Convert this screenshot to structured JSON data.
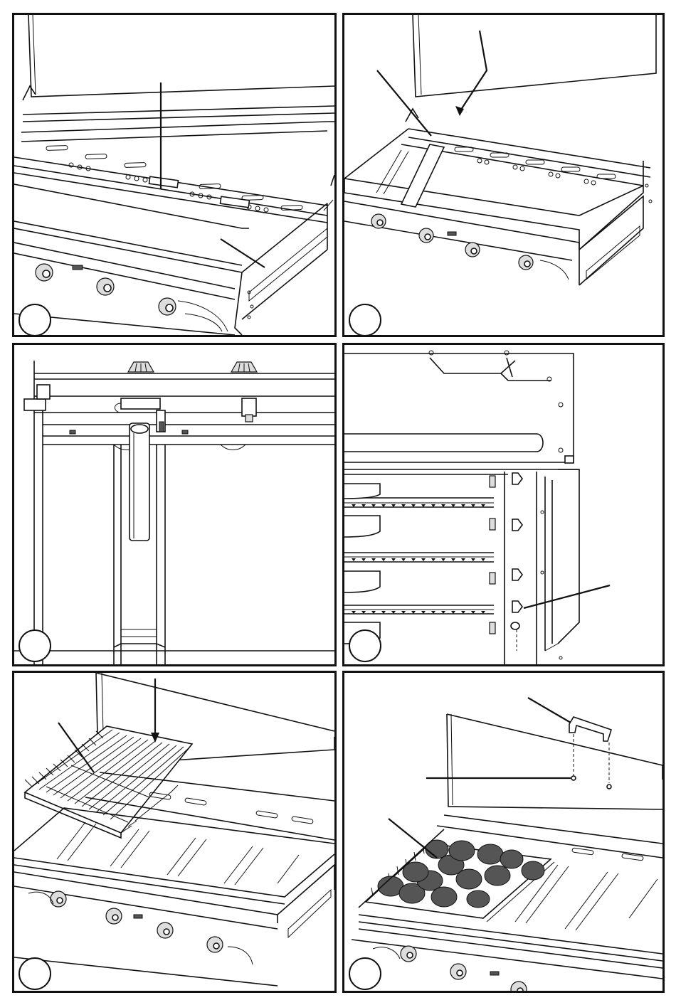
{
  "figure": {
    "panels": [
      {
        "id": "step-1",
        "step_label": ""
      },
      {
        "id": "step-2",
        "step_label": ""
      },
      {
        "id": "step-3",
        "step_label": ""
      },
      {
        "id": "step-4",
        "step_label": ""
      },
      {
        "id": "step-5",
        "step_label": ""
      },
      {
        "id": "step-6",
        "step_label": ""
      }
    ]
  }
}
